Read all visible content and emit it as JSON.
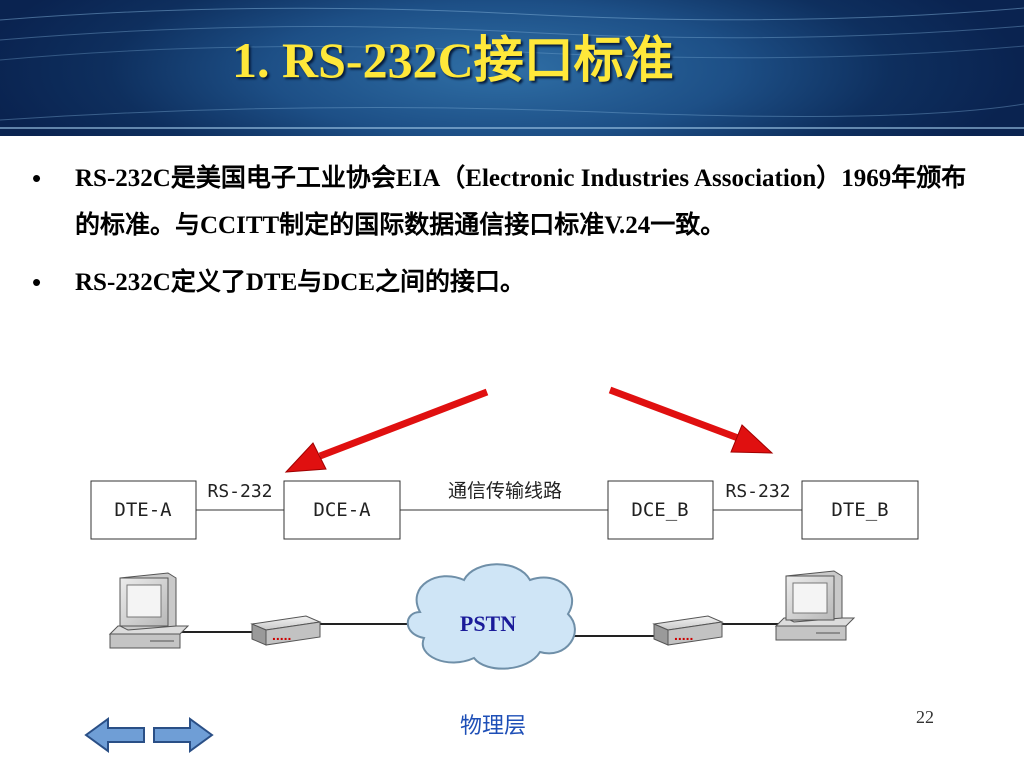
{
  "slide": {
    "title": "1. RS-232C接口标准",
    "bullets": [
      "RS-232C是美国电子工业协会EIA（Electronic Industries Association）1969年颁布的标准。与CCITT制定的国际数据通信接口标准V.24一致。",
      "RS-232C定义了DTE与DCE之间的接口。"
    ],
    "bullet_marker": "•",
    "footer_label": "物理层",
    "page_number": "22"
  },
  "diagram": {
    "boxes": {
      "dte_a": "DTE-A",
      "dce_a": "DCE-A",
      "dce_b": "DCE_B",
      "dte_b": "DTE_B"
    },
    "link_labels": {
      "rs232_left": "RS-232",
      "transmission_line": "通信传输线路",
      "rs232_right": "RS-232"
    },
    "network": {
      "cloud_label": "PSTN",
      "modem_dots": "....."
    },
    "colors": {
      "arrow": "#e01010",
      "cloud_fill": "#cfe5f6",
      "cloud_label": "#1a1a99",
      "modem_dots": "#cc0000"
    }
  },
  "navigation": {
    "back_icon": "left-arrow-icon",
    "forward_icon": "right-arrow-icon"
  }
}
